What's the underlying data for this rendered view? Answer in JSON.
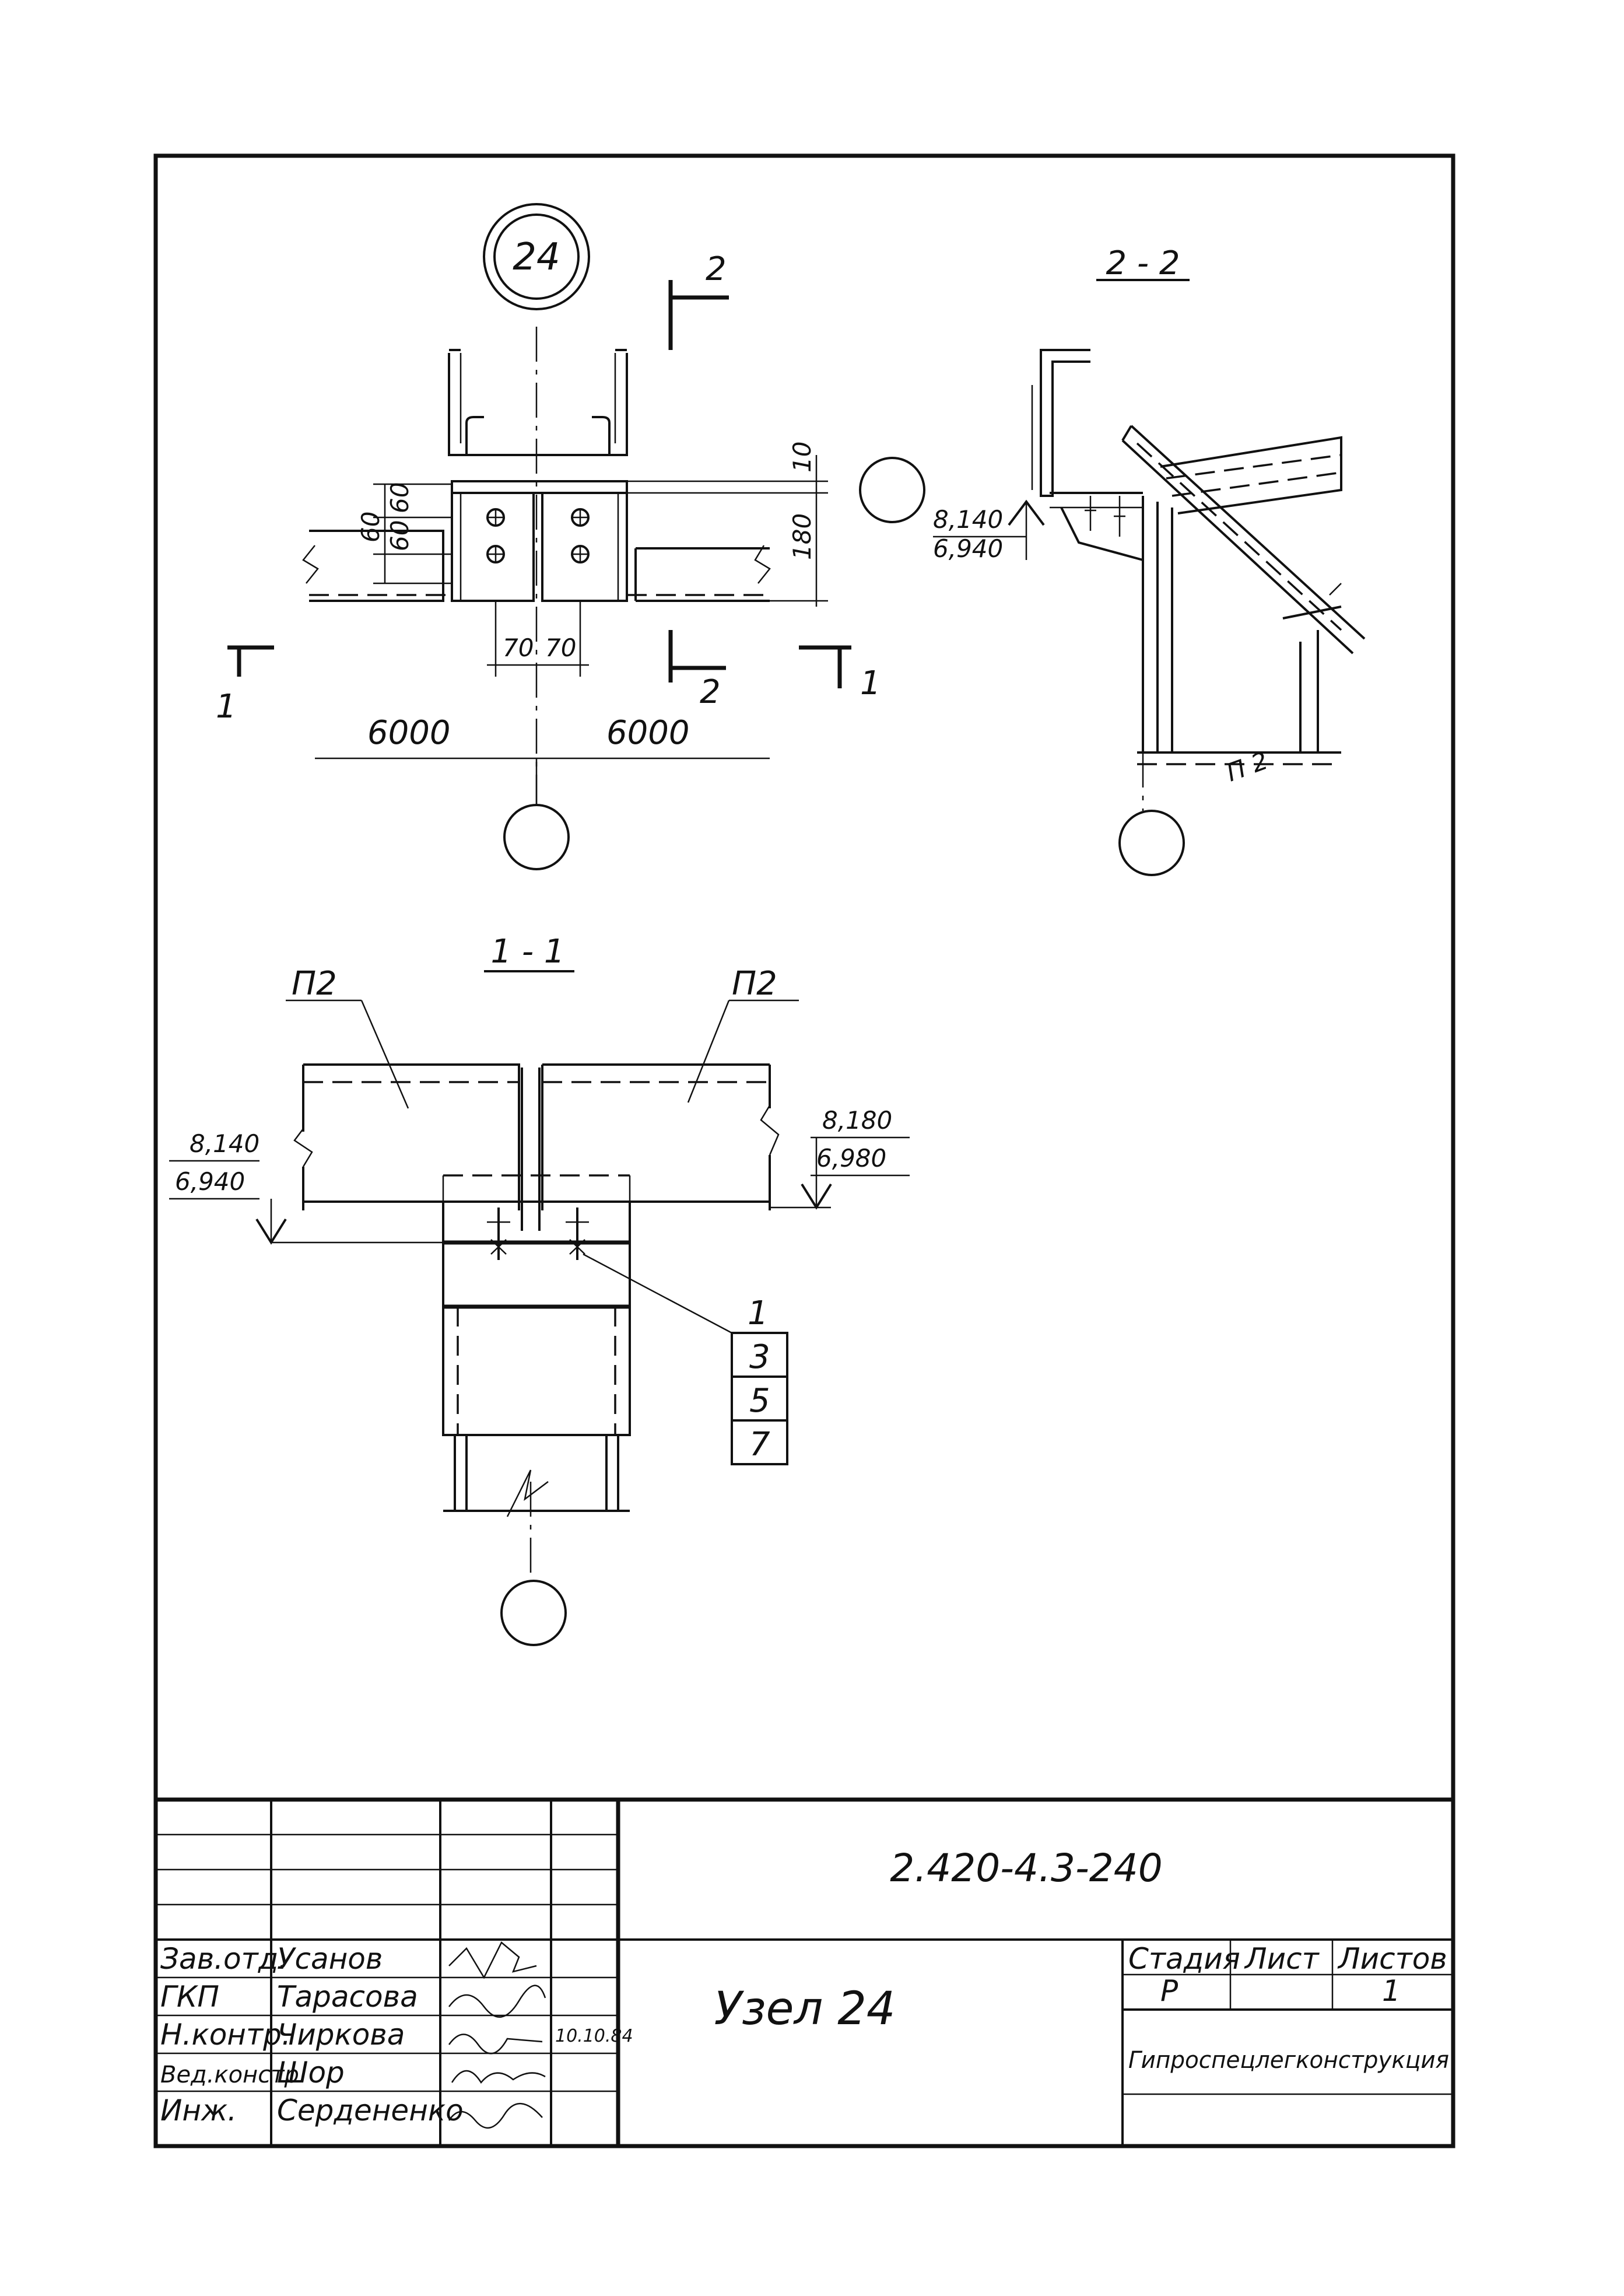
{
  "node_marker": "24",
  "plan_view": {
    "section_2_marks": [
      "2",
      "2"
    ],
    "section_1_marks": [
      "1",
      "1"
    ],
    "dims_vertical": [
      "60",
      "60",
      "60"
    ],
    "dims_right": [
      "10",
      "180"
    ],
    "dims_bottom": [
      "70",
      "70"
    ],
    "spans": [
      "6000",
      "6000"
    ]
  },
  "section_2_2": {
    "title": "2 - 2",
    "elev_top": "8,140",
    "elev_bottom": "6,940",
    "label": "П 2"
  },
  "section_1_1": {
    "title": "1 - 1",
    "panel_left": "П2",
    "panel_right": "П2",
    "elev_left_top": "8,140",
    "elev_left_bottom": "6,940",
    "elev_right_top": "8,180",
    "elev_right_bottom": "6,980",
    "callouts": [
      "1",
      "3",
      "5",
      "7"
    ]
  },
  "title_block": {
    "doc_code": "2.420-4.3-240",
    "title": "Узел 24",
    "stage_header": "Стадия",
    "sheet_header": "Лист",
    "sheets_header": "Листов",
    "stage_value": "Р",
    "sheet_value": "",
    "sheets_value": "1",
    "organization": "Гипроспецлегконструкция",
    "people": [
      {
        "role": "Зав.отд.",
        "name": "Усанов",
        "date": ""
      },
      {
        "role": "ГКП",
        "name": "Тарасова",
        "date": ""
      },
      {
        "role": "Н.контр.",
        "name": "Чиркова",
        "date": "10.10.84"
      },
      {
        "role": "Вед.констр.",
        "name": "Шор",
        "date": ""
      },
      {
        "role": "Инж.",
        "name": "Сердененко",
        "date": ""
      }
    ]
  }
}
